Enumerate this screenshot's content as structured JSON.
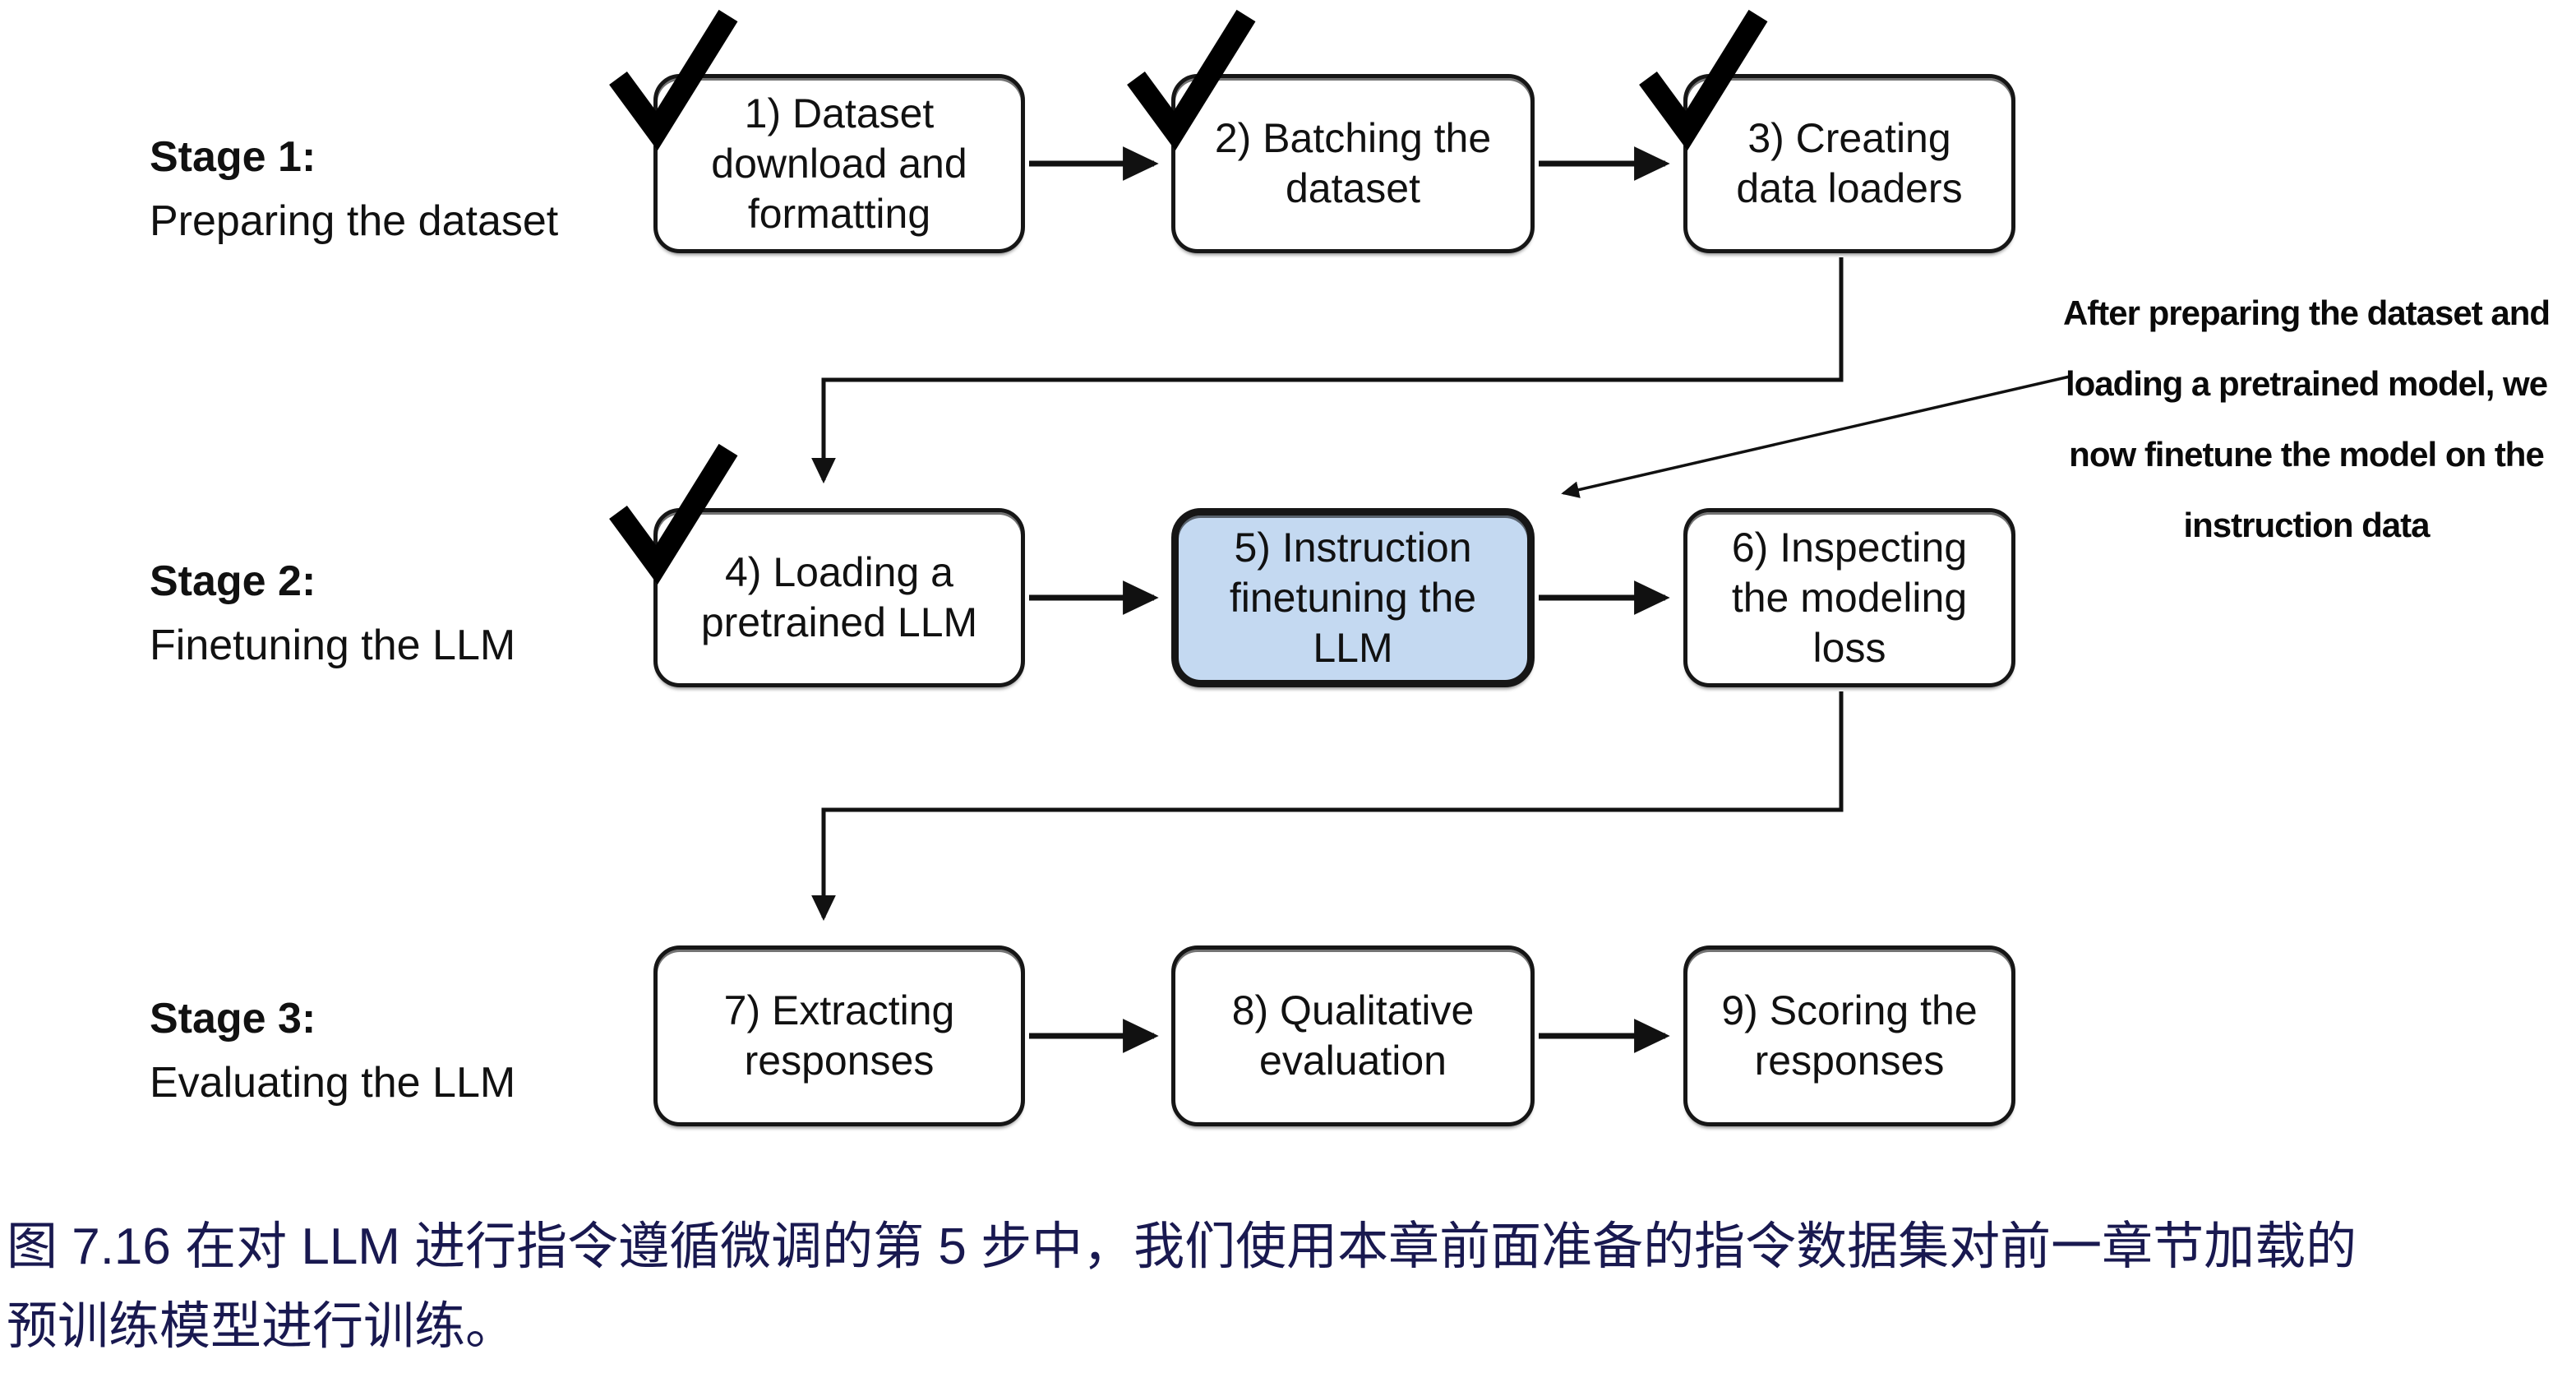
{
  "stages": [
    {
      "title": "Stage 1:",
      "subtitle": "Preparing the dataset"
    },
    {
      "title": "Stage 2:",
      "subtitle": "Finetuning the LLM"
    },
    {
      "title": "Stage 3:",
      "subtitle": "Evaluating the LLM"
    }
  ],
  "boxes": [
    {
      "lines": [
        "1) Dataset",
        "download and",
        "formatting"
      ],
      "checked": true,
      "highlighted": false
    },
    {
      "lines": [
        "2) Batching the",
        "dataset"
      ],
      "checked": true,
      "highlighted": false
    },
    {
      "lines": [
        "3) Creating",
        "data loaders"
      ],
      "checked": true,
      "highlighted": false
    },
    {
      "lines": [
        "4) Loading a",
        "pretrained LLM"
      ],
      "checked": true,
      "highlighted": false
    },
    {
      "lines": [
        "5) Instruction",
        "finetuning the",
        "LLM"
      ],
      "checked": false,
      "highlighted": true
    },
    {
      "lines": [
        "6) Inspecting",
        "the modeling",
        "loss"
      ],
      "checked": false,
      "highlighted": false
    },
    {
      "lines": [
        "7) Extracting",
        "responses"
      ],
      "checked": false,
      "highlighted": false
    },
    {
      "lines": [
        "8) Qualitative",
        "evaluation"
      ],
      "checked": false,
      "highlighted": false
    },
    {
      "lines": [
        "9) Scoring the",
        "responses"
      ],
      "checked": false,
      "highlighted": false
    }
  ],
  "annotation": {
    "lines": [
      "After preparing the dataset and",
      "loading a pretrained model, we",
      "now finetune the model on the",
      "instruction data"
    ]
  },
  "caption": {
    "lines": [
      "图 7.16 在对 LLM 进行指令遵循微调的第 5 步中，我们使用本章前面准备的指令数据集对前一章节加载的",
      "预训练模型进行训练。"
    ]
  },
  "colors": {
    "highlight_fill": "#c4d9f1",
    "caption_text": "#191950",
    "box_border": "#161616",
    "arrow": "#111111",
    "check": "#000000"
  }
}
